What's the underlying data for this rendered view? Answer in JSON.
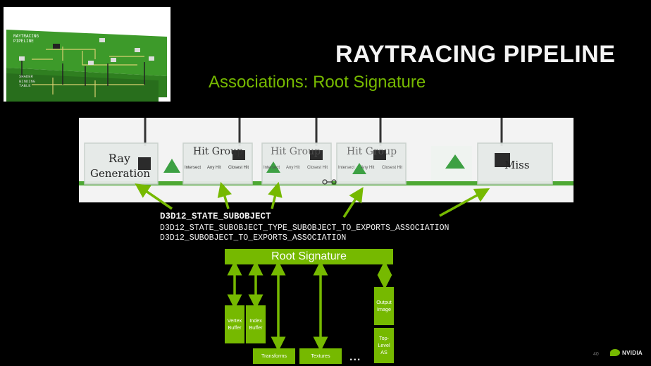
{
  "slide": {
    "title": "RAYTRACING PIPELINE",
    "subtitle": "Associations: Root Signature",
    "page_number": "40",
    "logo_text": "NVIDIA",
    "accent_color": "#76b900"
  },
  "thumbnail": {
    "label_top": "RAYTRACING PIPELINE",
    "label_bottom": "SHADER BINDING TABLE"
  },
  "pipeline_strip": {
    "stages": [
      {
        "line1": "Ray",
        "line2": "Generation"
      },
      {
        "line1": "Hit Group",
        "slots": [
          "Intersect",
          "Any Hit",
          "Closest Hit"
        ]
      },
      {
        "line1": "Hit Group",
        "slots": [
          "Intersect",
          "Any Hit",
          "Closest Hit"
        ]
      },
      {
        "line1": "Hit Group",
        "slots": [
          "Intersect",
          "Any Hit",
          "Closest Hit"
        ]
      },
      {
        "line1": "Miss"
      }
    ]
  },
  "code": {
    "line1": "D3D12_STATE_SUBOBJECT",
    "line2": "D3D12_STATE_SUBOBJECT_TYPE_SUBOBJECT_TO_EXPORTS_ASSOCIATION",
    "line3": "D3D12_SUBOBJECT_TO_EXPORTS_ASSOCIATION"
  },
  "root_signature": {
    "title": "Root Signature",
    "boxes": {
      "vertex": "Vertex Buffer",
      "index": "Index Buffer",
      "transforms": "Transforms",
      "textures": "Textures",
      "output": "Output Image",
      "tlas": "Top-Level AS"
    },
    "more": "..."
  }
}
